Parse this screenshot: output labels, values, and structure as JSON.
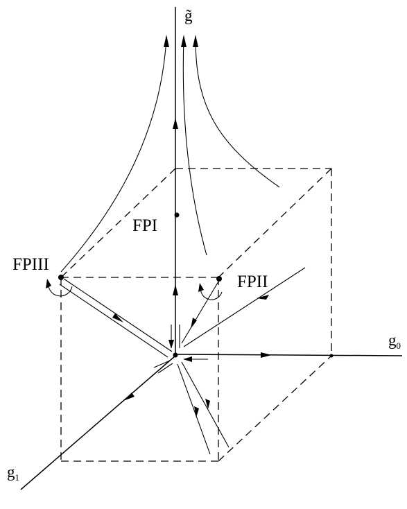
{
  "axes": {
    "vertical": {
      "label": "g̃"
    },
    "horizontal": {
      "label": "g",
      "subscript": "0"
    },
    "diagonal": {
      "label": "g",
      "subscript": "1"
    }
  },
  "fixed_points": [
    {
      "id": "fp1",
      "label": "FPI"
    },
    {
      "id": "fp2",
      "label": "FPII"
    },
    {
      "id": "fp3",
      "label": "FPIII"
    }
  ]
}
